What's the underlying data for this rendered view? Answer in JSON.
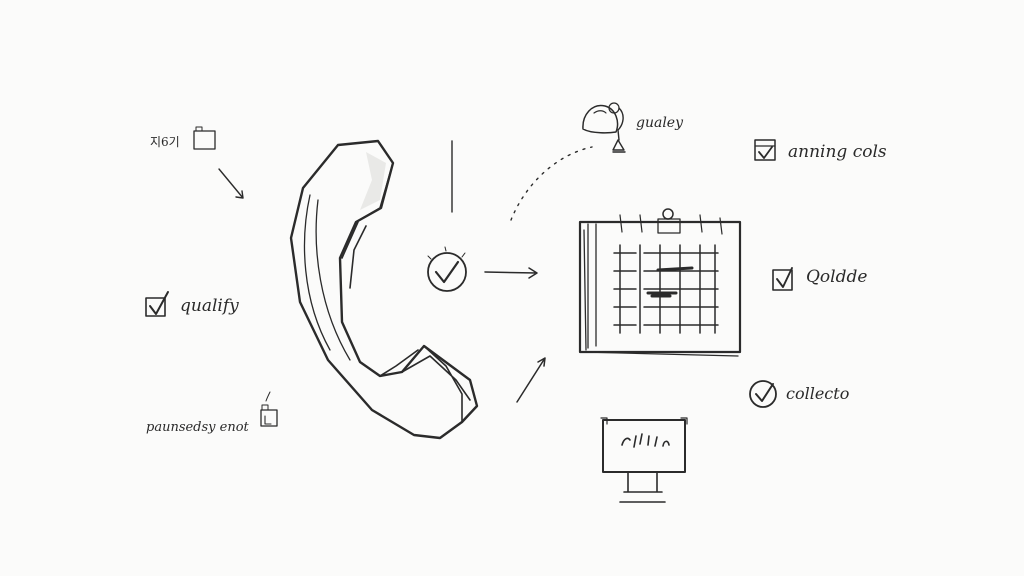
{
  "labels": {
    "top_left": "지6기",
    "qualify": "qualify",
    "bottom_left": "paunsedsy enot",
    "top_center": "gualey",
    "scanning_calls": "anning cols",
    "schedule": "Qoldde",
    "collect": "collecto"
  },
  "colors": {
    "ink": "#2b2b2b",
    "paper": "#fbfbfa",
    "shade": "#e9e9e7"
  }
}
